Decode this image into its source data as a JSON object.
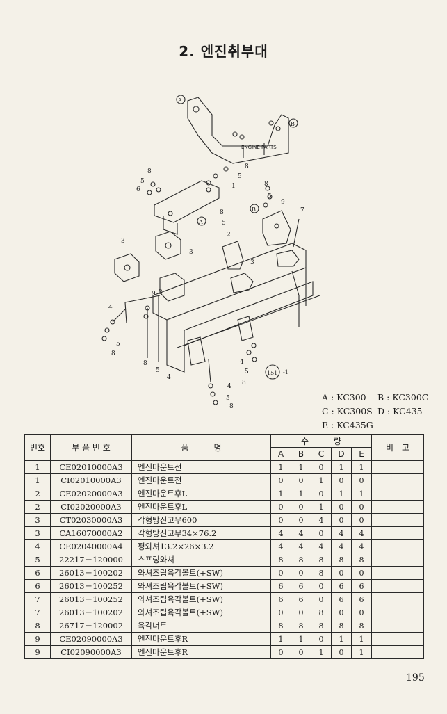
{
  "title": "2. 엔진취부대",
  "diagram": {
    "engine_parts_label": "ENGINE PARTS",
    "callouts": [
      "1",
      "2",
      "3",
      "4",
      "5",
      "6",
      "7",
      "8",
      "A",
      "B",
      "151-1"
    ]
  },
  "models": [
    [
      "A : KC300",
      "B : KC300G"
    ],
    [
      "C : KC300S",
      "D : KC435"
    ],
    [
      "E : KC435G",
      ""
    ]
  ],
  "table": {
    "headers": {
      "no": "번호",
      "part_no": "부 품 번 호",
      "name": "품　　　명",
      "qty": "수　　　량",
      "remarks": "비　고",
      "qty_cols": [
        "A",
        "B",
        "C",
        "D",
        "E"
      ]
    },
    "rows": [
      {
        "no": "1",
        "part": "CE02010000A3",
        "name": "엔진마운트전",
        "qty": [
          "1",
          "1",
          "0",
          "1",
          "1"
        ]
      },
      {
        "no": "1",
        "part": "CI02010000A3",
        "name": "엔진마운트전",
        "qty": [
          "0",
          "0",
          "1",
          "0",
          "0"
        ]
      },
      {
        "no": "2",
        "part": "CE02020000A3",
        "name": "엔진마운트후L",
        "qty": [
          "1",
          "1",
          "0",
          "1",
          "1"
        ]
      },
      {
        "no": "2",
        "part": "CI02020000A3",
        "name": "엔진마운트후L",
        "qty": [
          "0",
          "0",
          "1",
          "0",
          "0"
        ]
      },
      {
        "no": "3",
        "part": "CT02030000A3",
        "name": "각형방진고무600",
        "qty": [
          "0",
          "0",
          "4",
          "0",
          "0"
        ]
      },
      {
        "no": "3",
        "part": "CA16070000A2",
        "name": "각형방진고무34×76.2",
        "qty": [
          "4",
          "4",
          "0",
          "4",
          "4"
        ]
      },
      {
        "no": "4",
        "part": "CE02040000A4",
        "name": "평와셔13.2×26×3.2",
        "qty": [
          "4",
          "4",
          "4",
          "4",
          "4"
        ]
      },
      {
        "no": "5",
        "part": "22217－120000",
        "name": "스프링와셔",
        "qty": [
          "8",
          "8",
          "8",
          "8",
          "8"
        ]
      },
      {
        "no": "6",
        "part": "26013－100202",
        "name": "와셔조립육각볼트(+SW)",
        "qty": [
          "0",
          "0",
          "8",
          "0",
          "0"
        ]
      },
      {
        "no": "6",
        "part": "26013－100252",
        "name": "와셔조립육각볼트(+SW)",
        "qty": [
          "6",
          "6",
          "0",
          "6",
          "6"
        ]
      },
      {
        "no": "7",
        "part": "26013－100252",
        "name": "와셔조립육각볼트(+SW)",
        "qty": [
          "6",
          "6",
          "0",
          "6",
          "6"
        ]
      },
      {
        "no": "7",
        "part": "26013－100202",
        "name": "와셔조립육각볼트(+SW)",
        "qty": [
          "0",
          "0",
          "8",
          "0",
          "0"
        ]
      },
      {
        "no": "8",
        "part": "26717－120002",
        "name": "육각너트",
        "qty": [
          "8",
          "8",
          "8",
          "8",
          "8"
        ]
      },
      {
        "no": "9",
        "part": "CE02090000A3",
        "name": "엔진마운트후R",
        "qty": [
          "1",
          "1",
          "0",
          "1",
          "1"
        ]
      },
      {
        "no": "9",
        "part": "CI02090000A3",
        "name": "엔진마운트후R",
        "qty": [
          "0",
          "0",
          "1",
          "0",
          "1"
        ]
      }
    ]
  },
  "page_number": "195"
}
